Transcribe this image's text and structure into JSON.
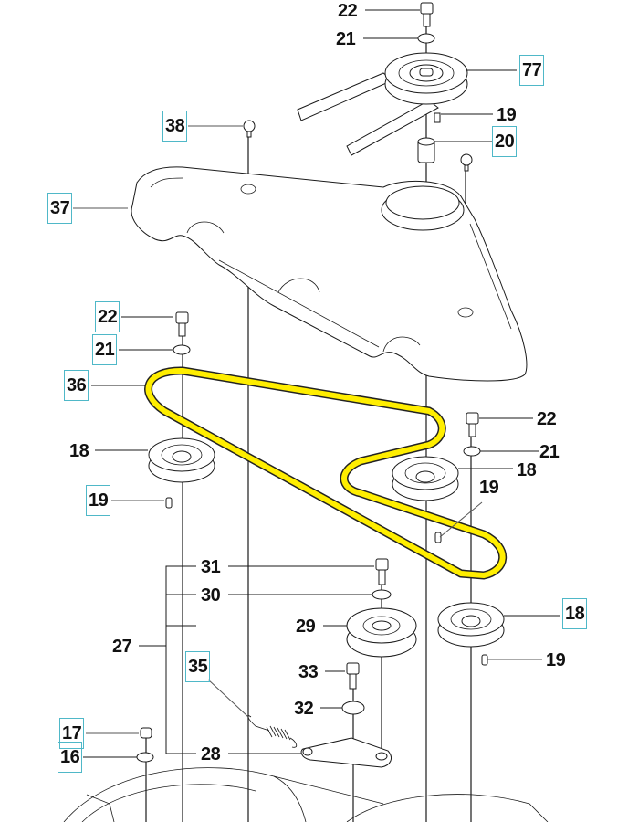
{
  "diagram": {
    "title": "Belt guard and pulley assembly exploded view",
    "accent_colors": {
      "belt": "#ffee00",
      "callout_box": "#4fb8c8"
    },
    "callouts": [
      {
        "id": "c22a",
        "text": "22",
        "boxed": false,
        "part": "bolt"
      },
      {
        "id": "c21a",
        "text": "21",
        "boxed": false,
        "part": "washer"
      },
      {
        "id": "c77",
        "text": "77",
        "boxed": true,
        "part": "drive pulley"
      },
      {
        "id": "c19a",
        "text": "19",
        "boxed": false,
        "part": "key"
      },
      {
        "id": "c20",
        "text": "20",
        "boxed": true,
        "part": "spacer"
      },
      {
        "id": "c38",
        "text": "38",
        "boxed": true,
        "part": "screw"
      },
      {
        "id": "c37",
        "text": "37",
        "boxed": true,
        "part": "belt guard"
      },
      {
        "id": "c22b",
        "text": "22",
        "boxed": true,
        "part": "bolt"
      },
      {
        "id": "c21b",
        "text": "21",
        "boxed": true,
        "part": "washer"
      },
      {
        "id": "c36",
        "text": "36",
        "boxed": true,
        "part": "v-belt"
      },
      {
        "id": "c22c",
        "text": "22",
        "boxed": false,
        "part": "bolt"
      },
      {
        "id": "c21c",
        "text": "21",
        "boxed": false,
        "part": "washer"
      },
      {
        "id": "c18a",
        "text": "18",
        "boxed": false,
        "part": "pulley"
      },
      {
        "id": "c18b",
        "text": "18",
        "boxed": false,
        "part": "pulley"
      },
      {
        "id": "c19b",
        "text": "19",
        "boxed": true,
        "part": "key"
      },
      {
        "id": "c19c",
        "text": "19",
        "boxed": false,
        "part": "key"
      },
      {
        "id": "c31",
        "text": "31",
        "boxed": false,
        "part": "bolt"
      },
      {
        "id": "c30",
        "text": "30",
        "boxed": false,
        "part": "washer"
      },
      {
        "id": "c29",
        "text": "29",
        "boxed": false,
        "part": "idler pulley"
      },
      {
        "id": "c27",
        "text": "27",
        "boxed": false,
        "part": "idler arm assembly"
      },
      {
        "id": "c18c",
        "text": "18",
        "boxed": true,
        "part": "pulley"
      },
      {
        "id": "c19d",
        "text": "19",
        "boxed": false,
        "part": "key"
      },
      {
        "id": "c35",
        "text": "35",
        "boxed": true,
        "part": "spring"
      },
      {
        "id": "c33",
        "text": "33",
        "boxed": false,
        "part": "bolt"
      },
      {
        "id": "c32",
        "text": "32",
        "boxed": false,
        "part": "washer"
      },
      {
        "id": "c17",
        "text": "17",
        "boxed": true,
        "part": "nut"
      },
      {
        "id": "c16",
        "text": "16",
        "boxed": true,
        "part": "washer"
      },
      {
        "id": "c28",
        "text": "28",
        "boxed": false,
        "part": "idler arm"
      }
    ]
  }
}
